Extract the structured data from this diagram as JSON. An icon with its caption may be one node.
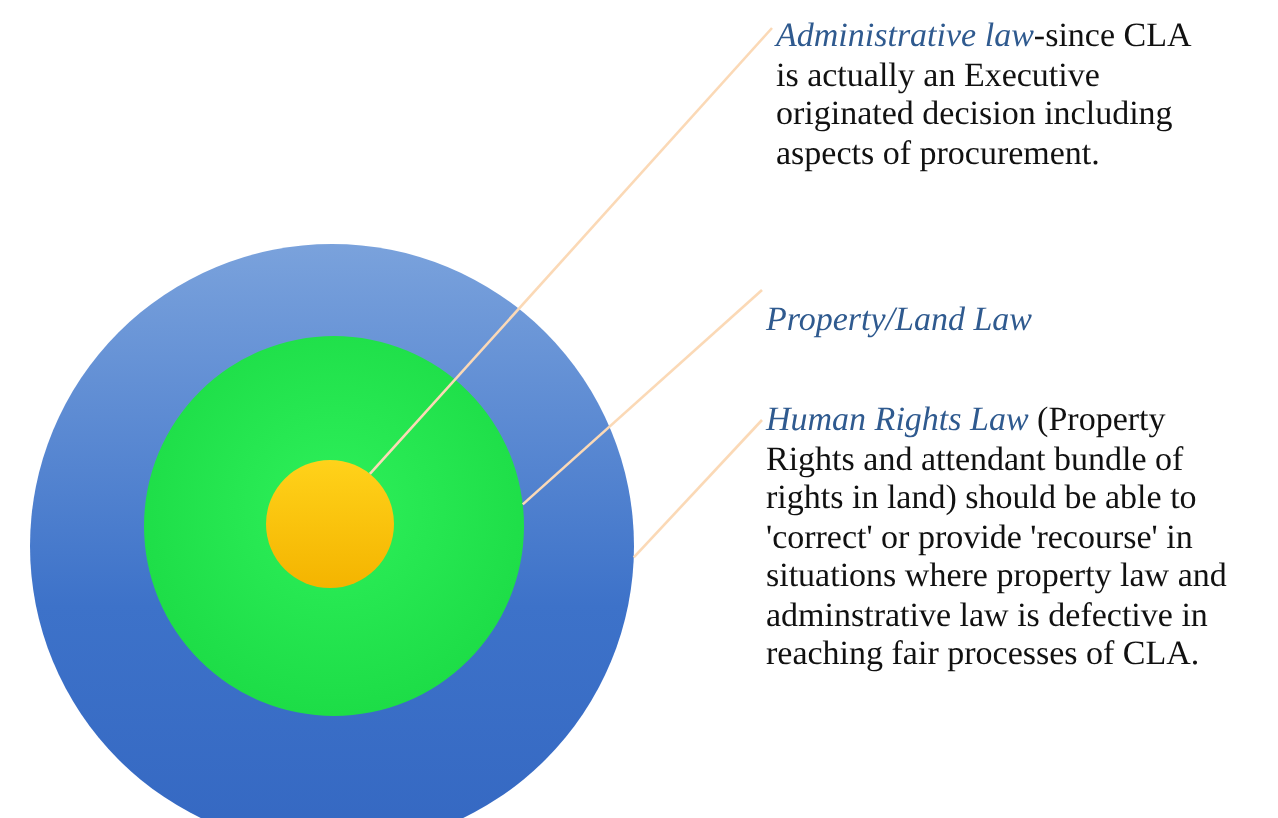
{
  "diagram": {
    "nodes": [
      {
        "text": [],
        "shape": "circle"
      },
      {
        "text": [],
        "shape": "circle",
        "in": 0
      },
      {
        "text": [],
        "shape": "circle",
        "in": 1
      },
      {
        "text": [
          "*Administrative law*-since CLA is actually an Executive originated decision including aspects of procurement."
        ]
      },
      {
        "text": [
          "Property/Land Law"
        ]
      },
      {
        "text": [
          "*Human Rights Law* (Property Rights and attendant bundle of rights in land) should be able to 'correct' or  provide 'recourse' in situations where property law and adminstrative law is defective in reaching fair processes of  CLA."
        ]
      }
    ],
    "edges": [
      {
        "from": 3,
        "to": 2,
        "arrow": "none"
      },
      {
        "from": 4,
        "to": 1,
        "arrow": "none"
      },
      {
        "from": 5,
        "to": 0,
        "arrow": "none"
      }
    ]
  }
}
